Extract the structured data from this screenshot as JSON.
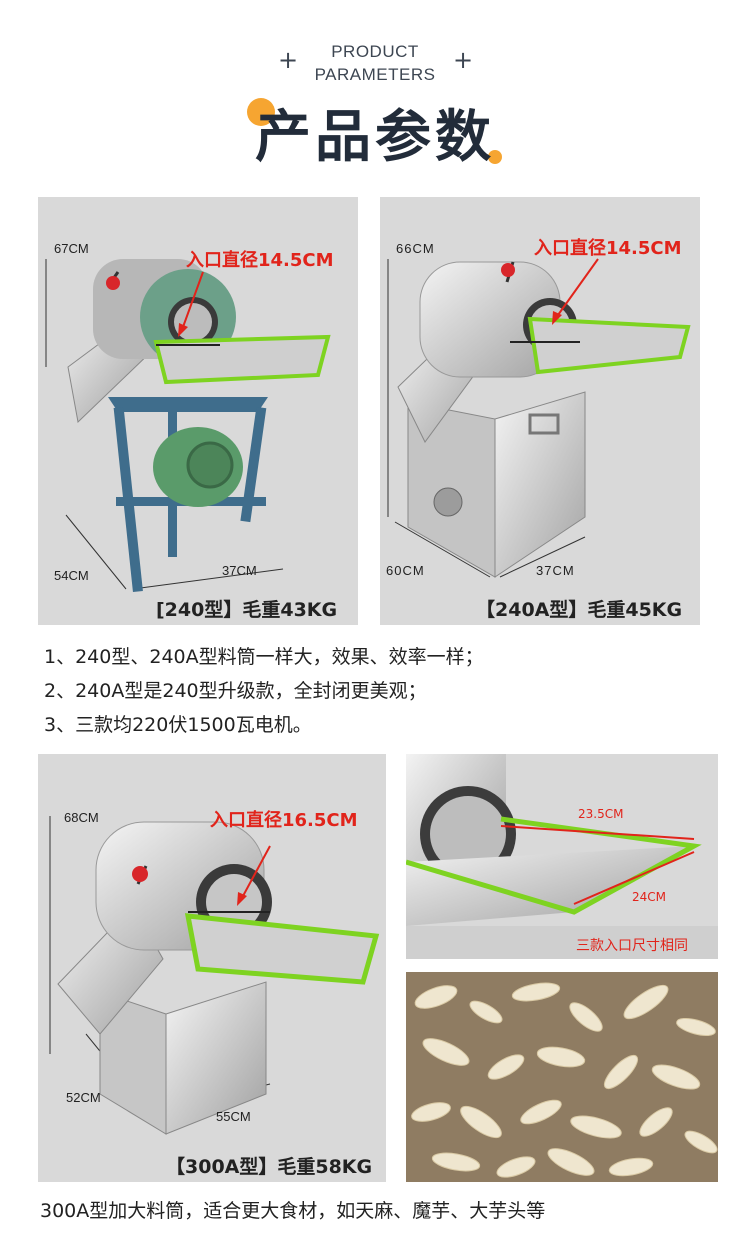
{
  "header": {
    "en_line1": "PRODUCT",
    "en_line2": "PARAMETERS",
    "plus": "+",
    "title_cn": "产品参数"
  },
  "panels": {
    "m240": {
      "height_dim": "67CM",
      "depth_dim": "54CM",
      "width_dim": "37CM",
      "inlet": "入口直径14.5CM",
      "caption": "[240型】毛重43KG"
    },
    "m240a": {
      "height_dim": "66CM",
      "depth_dim": "60CM",
      "width_dim": "37CM",
      "inlet": "入口直径14.5CM",
      "caption": "【240A型】毛重45KG"
    },
    "m300a": {
      "height_dim": "68CM",
      "depth_dim": "52CM",
      "width_dim": "55CM",
      "inlet": "入口直径16.5CM",
      "caption": "【300A型】毛重58KG"
    },
    "inlet_detail": {
      "top_dim": "23.5CM",
      "bottom_dim": "24CM",
      "note": "三款入口尺寸相同"
    }
  },
  "notes": [
    "1、240型、240A型料筒一样大，效果、效率一样；",
    "2、240A型是240型升级款，全封闭更美观；",
    "3、三款均220伏1500瓦电机。"
  ],
  "footer_note": "300A型加大料筒，适合更大食材，如天麻、魔芋、大芋头等",
  "colors": {
    "accent_orange": "#f6a531",
    "red": "#e1241b",
    "green_trim": "#7ed321",
    "panel_gray": "#d9d9d9"
  }
}
